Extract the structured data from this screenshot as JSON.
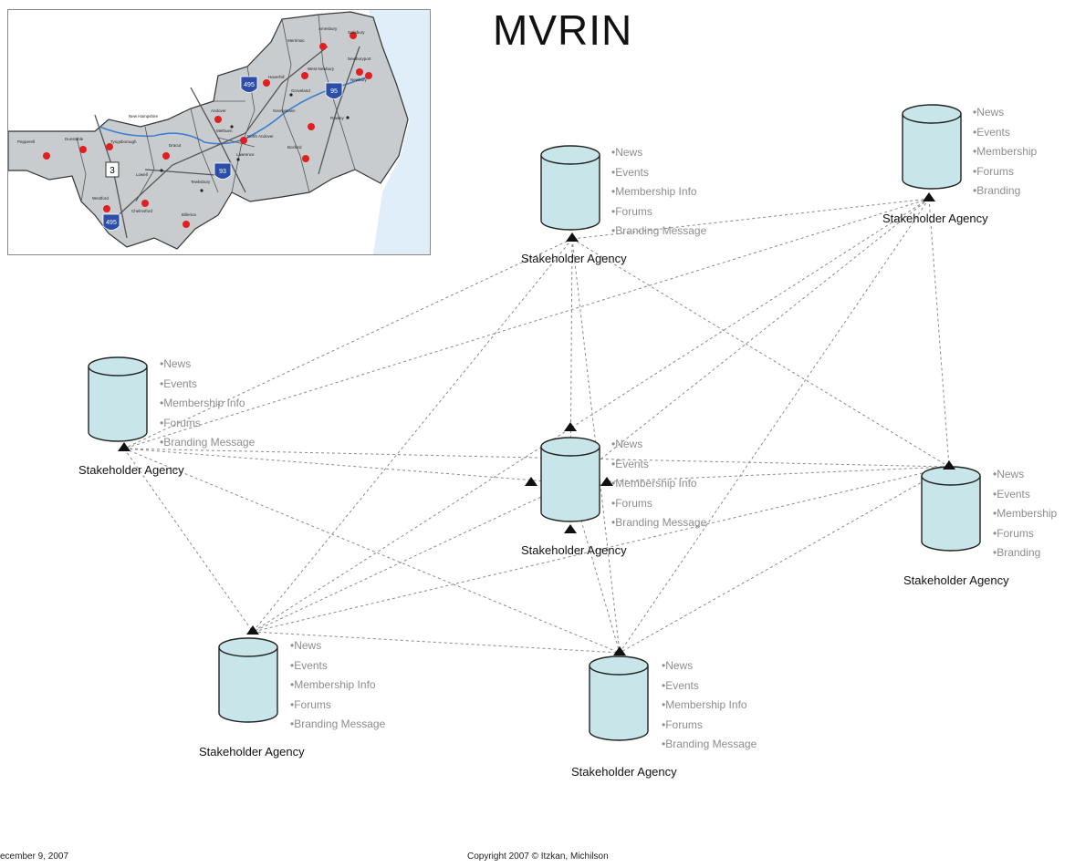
{
  "title": "MVRIN",
  "map": {
    "state_label": "New Hampshire",
    "route_shields": [
      "3",
      "495",
      "95",
      "93",
      "495"
    ],
    "town_labels": [
      "Pepperell",
      "Dunstable",
      "Tyngsborough",
      "Dracut",
      "Lowell",
      "Chelmsford",
      "Westford",
      "Billerica",
      "Tewksbury",
      "Andover",
      "North Andover",
      "Methuen",
      "Lawrence",
      "Haverhill",
      "Groveland",
      "Boxford",
      "Georgetown",
      "West Newbury",
      "Newburyport",
      "Salisbury",
      "Amesbury",
      "Merrimac",
      "Newbury",
      "Rowley"
    ]
  },
  "agencies": [
    {
      "label": "Stakeholder Agency",
      "items": [
        "News",
        "Events",
        "Membership Info",
        "Forums",
        "Branding Message"
      ]
    },
    {
      "label": "Stakeholder Agency",
      "items": [
        "News",
        "Events",
        "Membership",
        "Forums",
        "Branding"
      ]
    },
    {
      "label": "Stakeholder Agency",
      "items": [
        "News",
        "Events",
        "Membership Info",
        "Forums",
        "Branding Message"
      ]
    },
    {
      "label": "Stakeholder Agency",
      "items": [
        "News",
        "Events",
        "Membership Info",
        "Forums",
        "Branding Message"
      ]
    },
    {
      "label": "Stakeholder Agency",
      "items": [
        "News",
        "Events",
        "Membership",
        "Forums",
        "Branding"
      ]
    },
    {
      "label": "Stakeholder Agency",
      "items": [
        "News",
        "Events",
        "Membership Info",
        "Forums",
        "Branding Message"
      ]
    },
    {
      "label": "Stakeholder Agency",
      "items": [
        "News",
        "Events",
        "Membership Info",
        "Forums",
        "Branding Message"
      ]
    }
  ],
  "footer": {
    "date": "ecember 9, 2007",
    "copyright": "Copyright 2007 © Itzkan, Michilson"
  },
  "colors": {
    "cylinder_fill": "#c8e6ea",
    "cylinder_stroke": "#222222",
    "connector": "#8a8a8a",
    "map_land": "#c9ccce",
    "map_water": "#dfeef9",
    "map_dot": "#e02020",
    "shield": "#2c4ea8"
  }
}
